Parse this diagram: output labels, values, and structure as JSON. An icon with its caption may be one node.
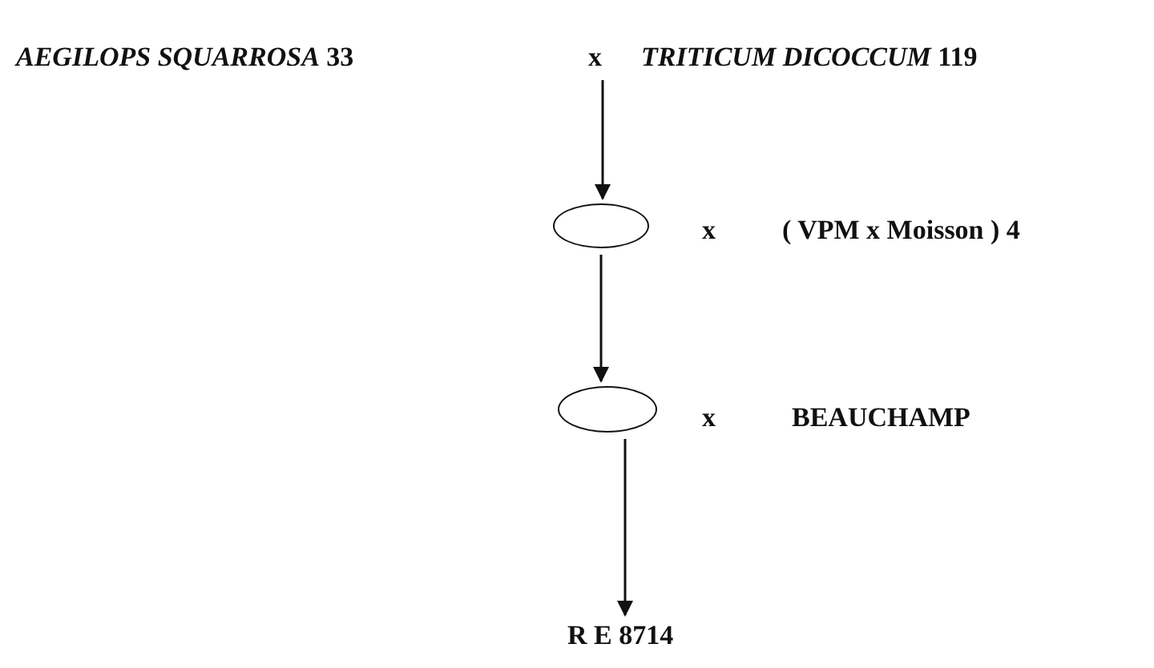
{
  "diagram": {
    "nodes": [
      {
        "text": [
          "x"
        ]
      },
      {
        "text": [],
        "shape": "ellipse"
      },
      {
        "text": [],
        "shape": "ellipse"
      },
      {
        "text": [
          "R E 8714"
        ]
      }
    ],
    "edges": [
      {
        "from": 0,
        "to": 1,
        "arrow": "to"
      },
      {
        "from": 1,
        "to": 2,
        "arrow": "to"
      },
      {
        "from": 2,
        "to": 3,
        "arrow": "to"
      }
    ],
    "labels": [
      "*AEGILOPS SQUARROSA* 33",
      "*TRITICUM DICOCCUM* 119",
      "x",
      "( VPM x Moisson ) 4",
      "x",
      "BEAUCHAMP"
    ]
  }
}
